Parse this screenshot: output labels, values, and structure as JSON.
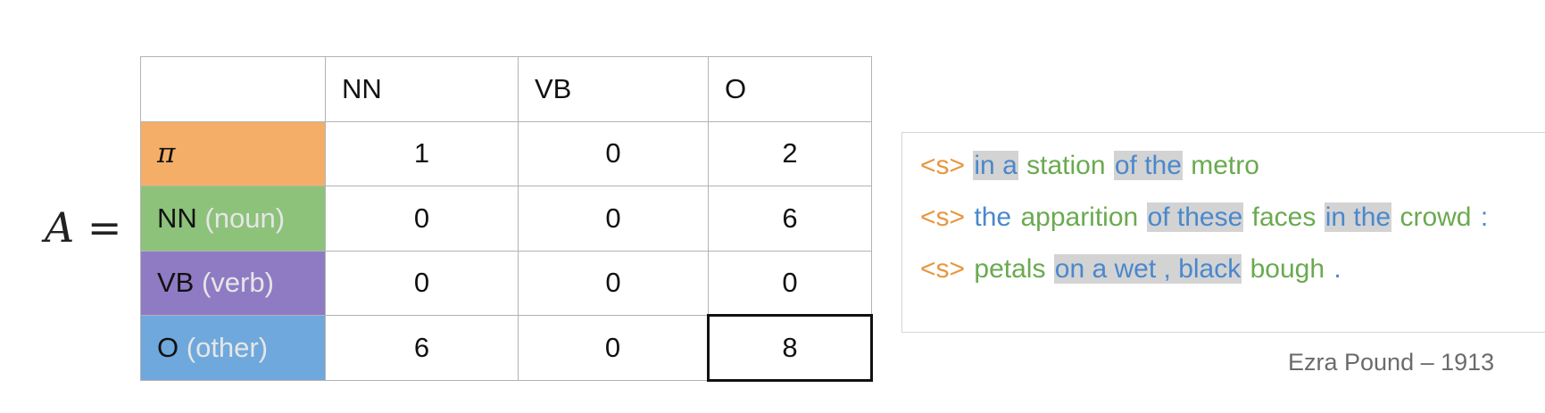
{
  "matrix": {
    "symbol": "A",
    "equals": "=",
    "columns": [
      "",
      "NN",
      "VB",
      "O"
    ],
    "rows": [
      {
        "label": "π",
        "sub": "",
        "color": "#F5AE68",
        "values": [
          "1",
          "0",
          "2"
        ],
        "is_pi": true
      },
      {
        "label": "NN",
        "sub": "(noun)",
        "color": "#8DC27A",
        "values": [
          "0",
          "0",
          "6"
        ]
      },
      {
        "label": "VB",
        "sub": "(verb)",
        "color": "#8E7BC4",
        "values": [
          "0",
          "0",
          "0"
        ]
      },
      {
        "label": "O",
        "sub": "(other)",
        "color": "#6FA8DC",
        "values": [
          "6",
          "0",
          "8"
        ]
      }
    ],
    "highlighted_cell": {
      "row": 3,
      "col": 2
    }
  },
  "colors": {
    "start": "#E8963F",
    "noun": "#6AAA4F",
    "other": "#4A88CC",
    "highlight_bg": "#D3D3D3"
  },
  "sentences": [
    [
      {
        "text": "<s>",
        "tag": "start",
        "hl": false
      },
      {
        "text": "in a",
        "tag": "other",
        "hl": true
      },
      {
        "text": "station",
        "tag": "noun",
        "hl": false
      },
      {
        "text": "of the",
        "tag": "other",
        "hl": true
      },
      {
        "text": "metro",
        "tag": "noun",
        "hl": false
      }
    ],
    [
      {
        "text": "<s>",
        "tag": "start",
        "hl": false
      },
      {
        "text": "the",
        "tag": "other",
        "hl": false
      },
      {
        "text": "apparition",
        "tag": "noun",
        "hl": false
      },
      {
        "text": "of these",
        "tag": "other",
        "hl": true
      },
      {
        "text": "faces",
        "tag": "noun",
        "hl": false
      },
      {
        "text": "in the",
        "tag": "other",
        "hl": true
      },
      {
        "text": "crowd",
        "tag": "noun",
        "hl": false
      },
      {
        "text": ":",
        "tag": "other",
        "hl": false
      }
    ],
    [
      {
        "text": "<s>",
        "tag": "start",
        "hl": false
      },
      {
        "text": "petals",
        "tag": "noun",
        "hl": false
      },
      {
        "text": "on a wet , black",
        "tag": "other",
        "hl": true
      },
      {
        "text": "bough",
        "tag": "noun",
        "hl": false
      },
      {
        "text": ".",
        "tag": "other",
        "hl": false
      }
    ]
  ],
  "attribution": "Ezra Pound – 1913"
}
